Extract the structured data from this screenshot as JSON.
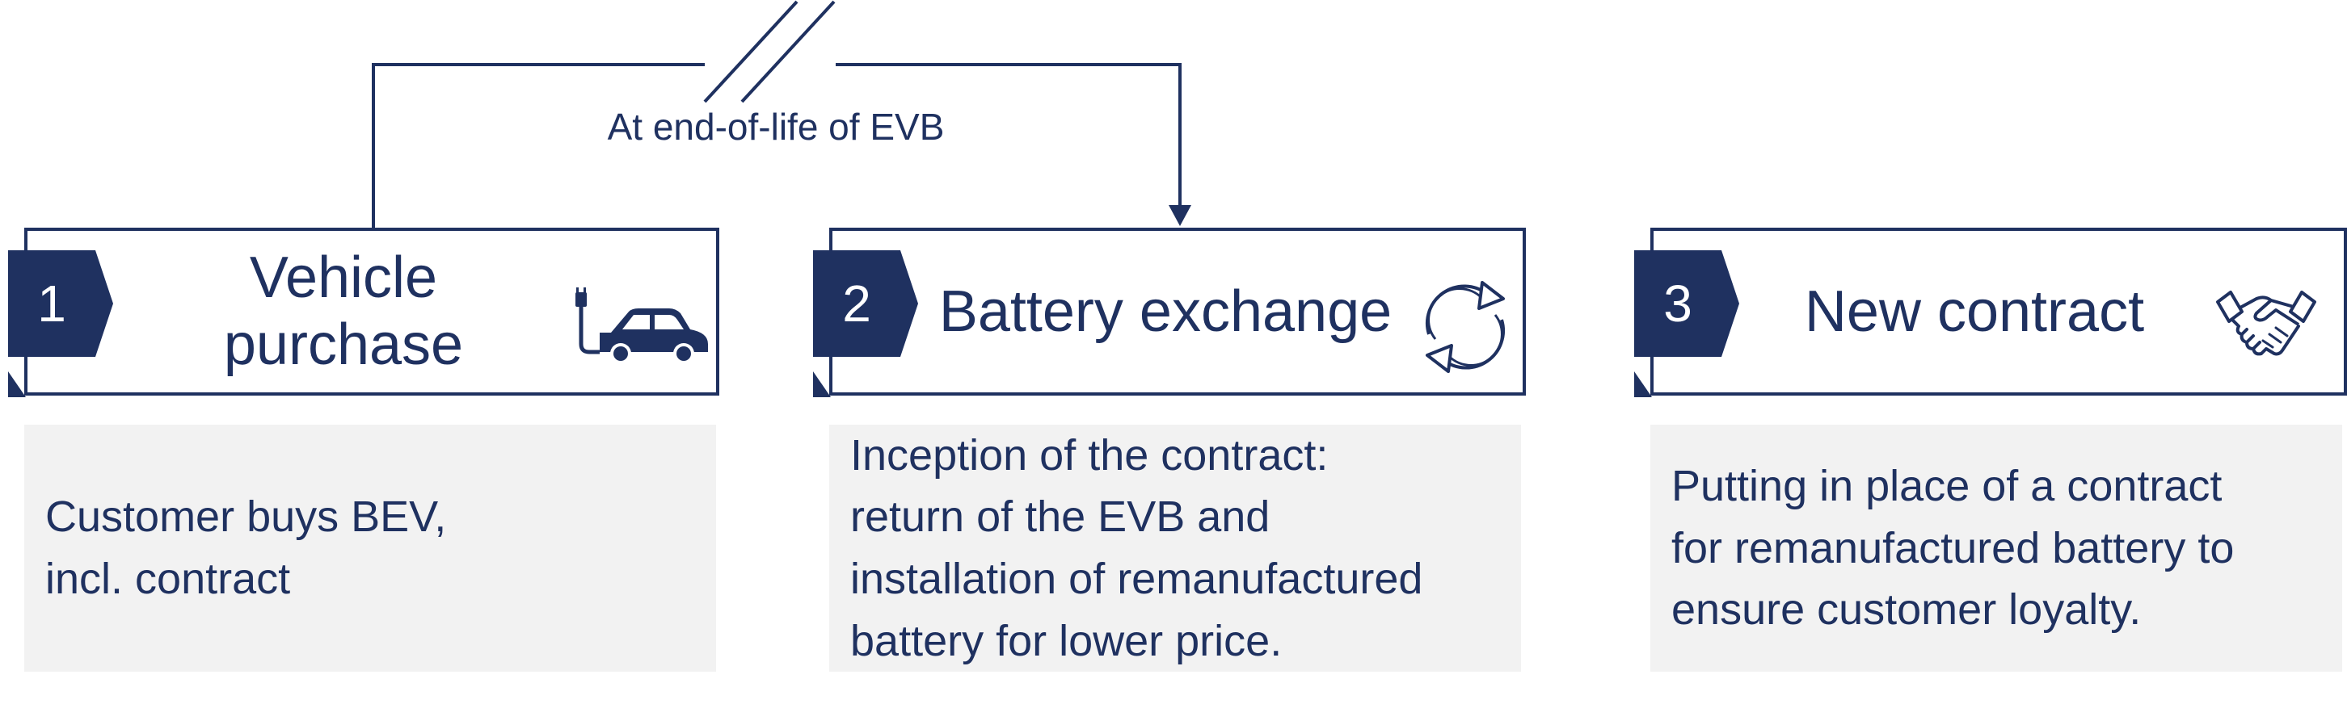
{
  "connector": {
    "label": "At end-of-life of EVB"
  },
  "steps": [
    {
      "number": "1",
      "title": "Vehicle\npurchase",
      "icon": "electric-car-icon",
      "description": "Customer buys BEV,\nincl. contract"
    },
    {
      "number": "2",
      "title": "Battery exchange",
      "icon": "exchange-arrows-icon",
      "description": "Inception of the contract:\nreturn of the EVB and\ninstallation of remanufactured\nbattery for lower price."
    },
    {
      "number": "3",
      "title": "New contract",
      "icon": "handshake-icon",
      "description": "Putting in place of a contract\nfor remanufactured battery to\nensure customer loyalty."
    }
  ],
  "colors": {
    "primary": "#1f3160",
    "panel": "#f2f2f2"
  }
}
